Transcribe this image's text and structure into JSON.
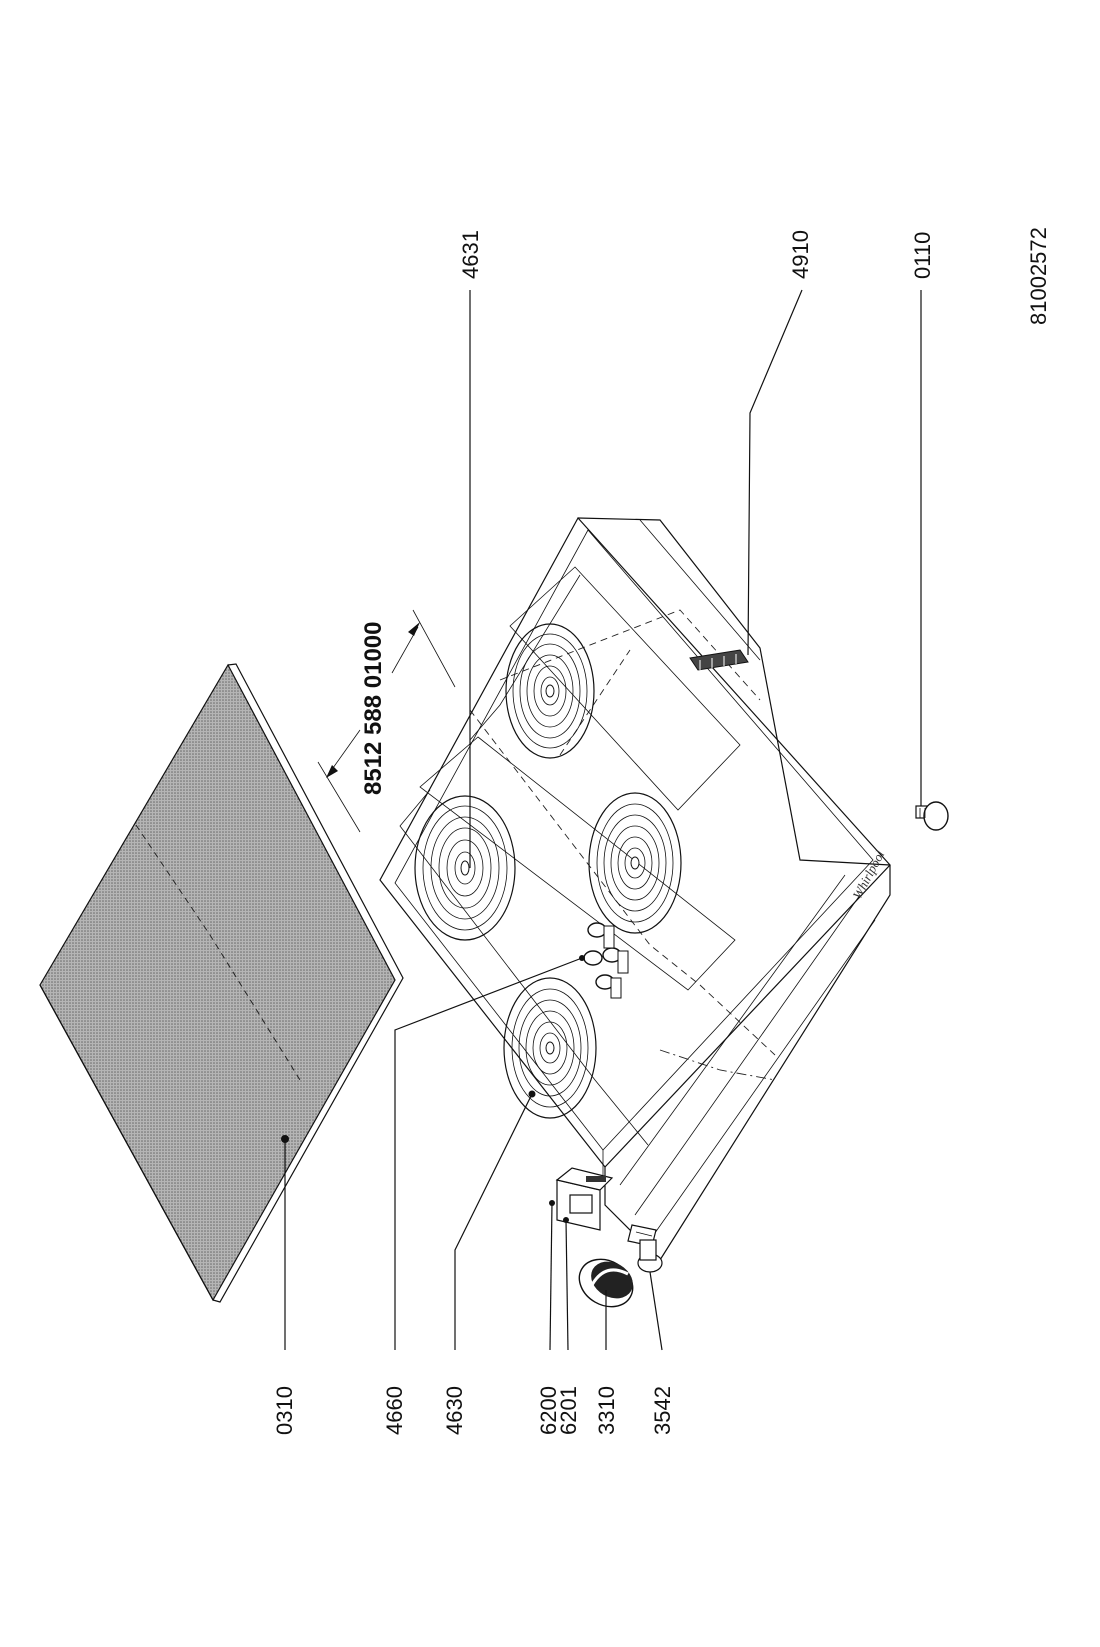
{
  "callouts": {
    "c0310": "0310",
    "c4660": "4660",
    "c4630": "4630",
    "c6200": "6200",
    "c6201": "6201",
    "c3310": "3310",
    "c3542": "3542",
    "c4631": "4631",
    "c4910": "4910",
    "c0110": "0110"
  },
  "model_number": "8512 588 01000",
  "document_number": "81002572",
  "colors": {
    "line": "#111111",
    "glass_fill": "#9a9a9a",
    "background": "#ffffff"
  }
}
